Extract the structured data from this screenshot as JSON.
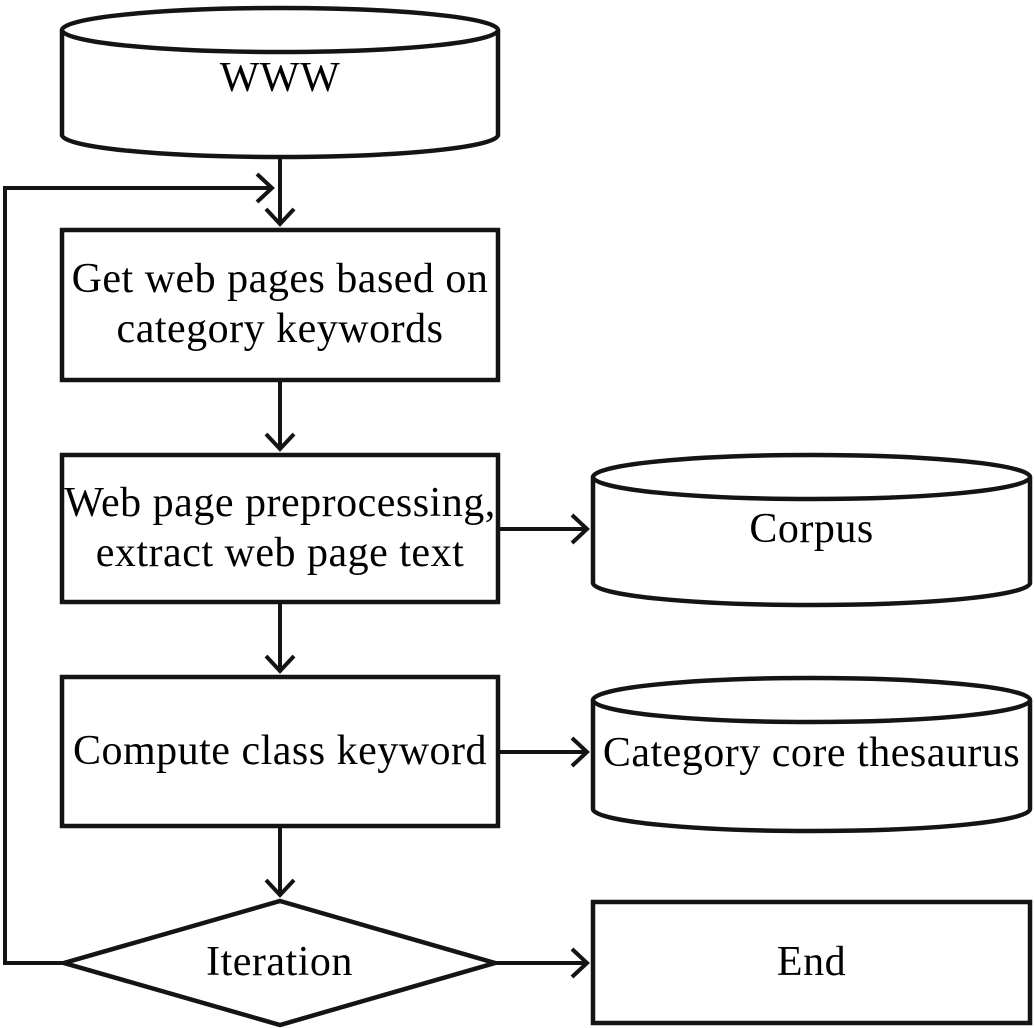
{
  "diagram": {
    "type": "flowchart",
    "background_color": "#ffffff",
    "stroke_color": "#141414",
    "text_color": "#000000",
    "nodes": [
      {
        "id": "www",
        "shape": "cylinder-datastore",
        "label": "WWW"
      },
      {
        "id": "get-web-pages",
        "shape": "process-rect",
        "label": "Get web pages based on category keywords"
      },
      {
        "id": "web-page-preprocessing",
        "shape": "process-rect",
        "label": "Web page preprocessing, extract web page text"
      },
      {
        "id": "corpus",
        "shape": "cylinder-datastore",
        "label": "Corpus"
      },
      {
        "id": "compute-class-keyword",
        "shape": "process-rect",
        "label": "Compute class keyword"
      },
      {
        "id": "category-core-thesaurus",
        "shape": "cylinder-datastore",
        "label": "Category core thesaurus"
      },
      {
        "id": "iteration",
        "shape": "decision-diamond",
        "label": "Iteration"
      },
      {
        "id": "end",
        "shape": "process-rect",
        "label": "End"
      }
    ],
    "edges": [
      {
        "from": "www",
        "to": "get-web-pages",
        "kind": "arrow"
      },
      {
        "from": "get-web-pages",
        "to": "web-page-preprocessing",
        "kind": "arrow"
      },
      {
        "from": "web-page-preprocessing",
        "to": "corpus",
        "kind": "arrow"
      },
      {
        "from": "web-page-preprocessing",
        "to": "compute-class-keyword",
        "kind": "arrow"
      },
      {
        "from": "compute-class-keyword",
        "to": "category-core-thesaurus",
        "kind": "arrow"
      },
      {
        "from": "compute-class-keyword",
        "to": "iteration",
        "kind": "arrow"
      },
      {
        "from": "iteration",
        "to": "end",
        "kind": "arrow"
      },
      {
        "from": "iteration",
        "to": "get-web-pages",
        "kind": "loop-back-arrow"
      }
    ]
  }
}
